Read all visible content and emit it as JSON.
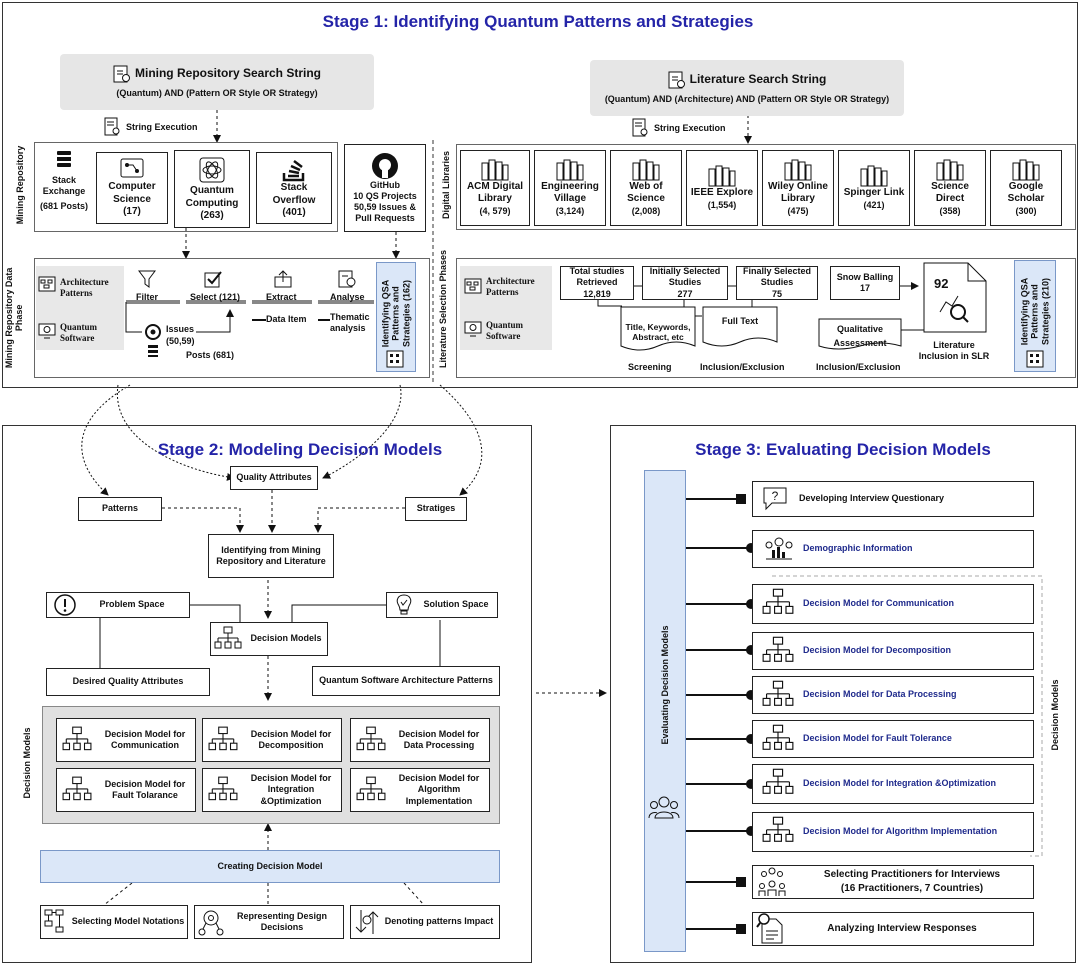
{
  "stage1": {
    "title": "Stage 1: Identifying Quantum Patterns and Strategies",
    "mining_search": {
      "title": "Mining Repository Search String",
      "query": "(Quantum) AND (Pattern OR Style OR Strategy)"
    },
    "lit_search": {
      "title": "Literature Search String",
      "query": "(Quantum) AND (Architecture) AND (Pattern OR Style OR Strategy)"
    },
    "string_execution": "String Execution",
    "label_mining_repository": "Mining Repository",
    "label_mining_phase": "Mining Repository Data Phase",
    "label_digital_libraries": "Digital Libraries",
    "label_lit_phases": "Literature Selection Phases",
    "stack_exchange": {
      "name": "Stack Exchange",
      "count": "(681 Posts)"
    },
    "repos": [
      {
        "name": "Computer Science",
        "count": "(17)"
      },
      {
        "name": "Quantum Computing",
        "count": "(263)"
      },
      {
        "name": "Stack Overflow",
        "count": "(401)"
      }
    ],
    "github": {
      "name": "GitHub",
      "line1": "10 QS Projects",
      "line2": "50,59 Issues &",
      "line3": "Pull Requests"
    },
    "libraries": [
      {
        "name": "ACM Digital Library",
        "count": "(4, 579)"
      },
      {
        "name": "Engineering Village",
        "count": "(3,124)"
      },
      {
        "name": "Web of Science",
        "count": "(2,008)"
      },
      {
        "name": "IEEE Explore",
        "count": "(1,554)"
      },
      {
        "name": "Wiley Online Library",
        "count": "(475)"
      },
      {
        "name": "Spinger Link",
        "count": "(421)"
      },
      {
        "name": "Science Direct",
        "count": "(358)"
      },
      {
        "name": "Google Scholar",
        "count": "(300)"
      }
    ],
    "mining_phase": {
      "arch_patterns": "Architecture Patterns",
      "quantum_software": "Quantum Software",
      "filter": "Filter",
      "select": "Select (121)",
      "extract": "Extract",
      "analyse": "Analyse",
      "issues": "Issues",
      "issues_count": "(50,59)",
      "posts": "Posts (681)",
      "data_item": "Data Item",
      "thematic": "Thematic analysis",
      "result": "Identifying QSA Patterns and Strategies (162)"
    },
    "lit_phase": {
      "arch_patterns": "Architecture Patterns",
      "quantum_software": "Quantum Software",
      "total": "Total studies Retrieved",
      "total_count": "12,819",
      "initial": "Initially Selected Studies",
      "initial_count": "277",
      "final": "Finally Selected Studies",
      "final_count": "75",
      "snow": "Snow Balling",
      "snow_count": "17",
      "inclusion_count": "92",
      "inclusion": "Literature Inclusion in SLR",
      "doc1": "Title, Keywords, Abstract, etc",
      "screening": "Screening",
      "full_text": "Full Text",
      "incl_excl1": "Inclusion/Exclusion",
      "qualitative": "Qualitative Assessment",
      "incl_excl2": "Inclusion/Exclusion",
      "result": "Identifying QSA Patterns and Strategies (210)"
    }
  },
  "stage2": {
    "title": "Stage 2: Modeling Decision Models",
    "quality_attributes": "Quality Attributes",
    "patterns": "Patterns",
    "strategies": "Stratiges",
    "identifying": "Identifying from Mining Repository and Literature",
    "problem_space": "Problem Space",
    "solution_space": "Solution Space",
    "decision_models": "Decision Models",
    "desired_qa": "Desired Quality Attributes",
    "qsa_patterns": "Quantum Software Architecture Patterns",
    "side_label": "Decision Models",
    "models": [
      "Decision Model for Communication",
      "Decision Model for Decomposition",
      "Decision Model for Data Processing",
      "Decision Model for Fault Tolarance",
      "Decision Model for Integration &Optimization",
      "Decision Model for Algorithm Implementation"
    ],
    "creating": "Creating Decision Model",
    "notations": "Selecting Model Notations",
    "representing": "Representing Design Decisions",
    "denoting": "Denoting patterns Impact"
  },
  "stage3": {
    "title": "Stage 3: Evaluating Decision Models",
    "evaluating": "Evaluating Decision Models",
    "side_label": "Decision Models",
    "items": [
      "Developing Interview Questionary",
      "Demographic Information",
      "Decision Model for Communication",
      "Decision Model for Decomposition",
      "Decision Model for Data Processing",
      "Decision Model for Fault Tolerance",
      "Decision Model for Integration &Optimization",
      "Decision Model for Algorithm Implementation"
    ],
    "practitioners1": "Selecting Practitioners for Interviews",
    "practitioners2": "(16 Practitioners, 7 Countries)",
    "analyzing": "Analyzing Interview Responses"
  },
  "colors": {
    "title": "#2424a8",
    "blue_box": "#dbe7f8",
    "grey_box": "#e6e6e6",
    "dark_blue_text": "#1f2a8c"
  }
}
